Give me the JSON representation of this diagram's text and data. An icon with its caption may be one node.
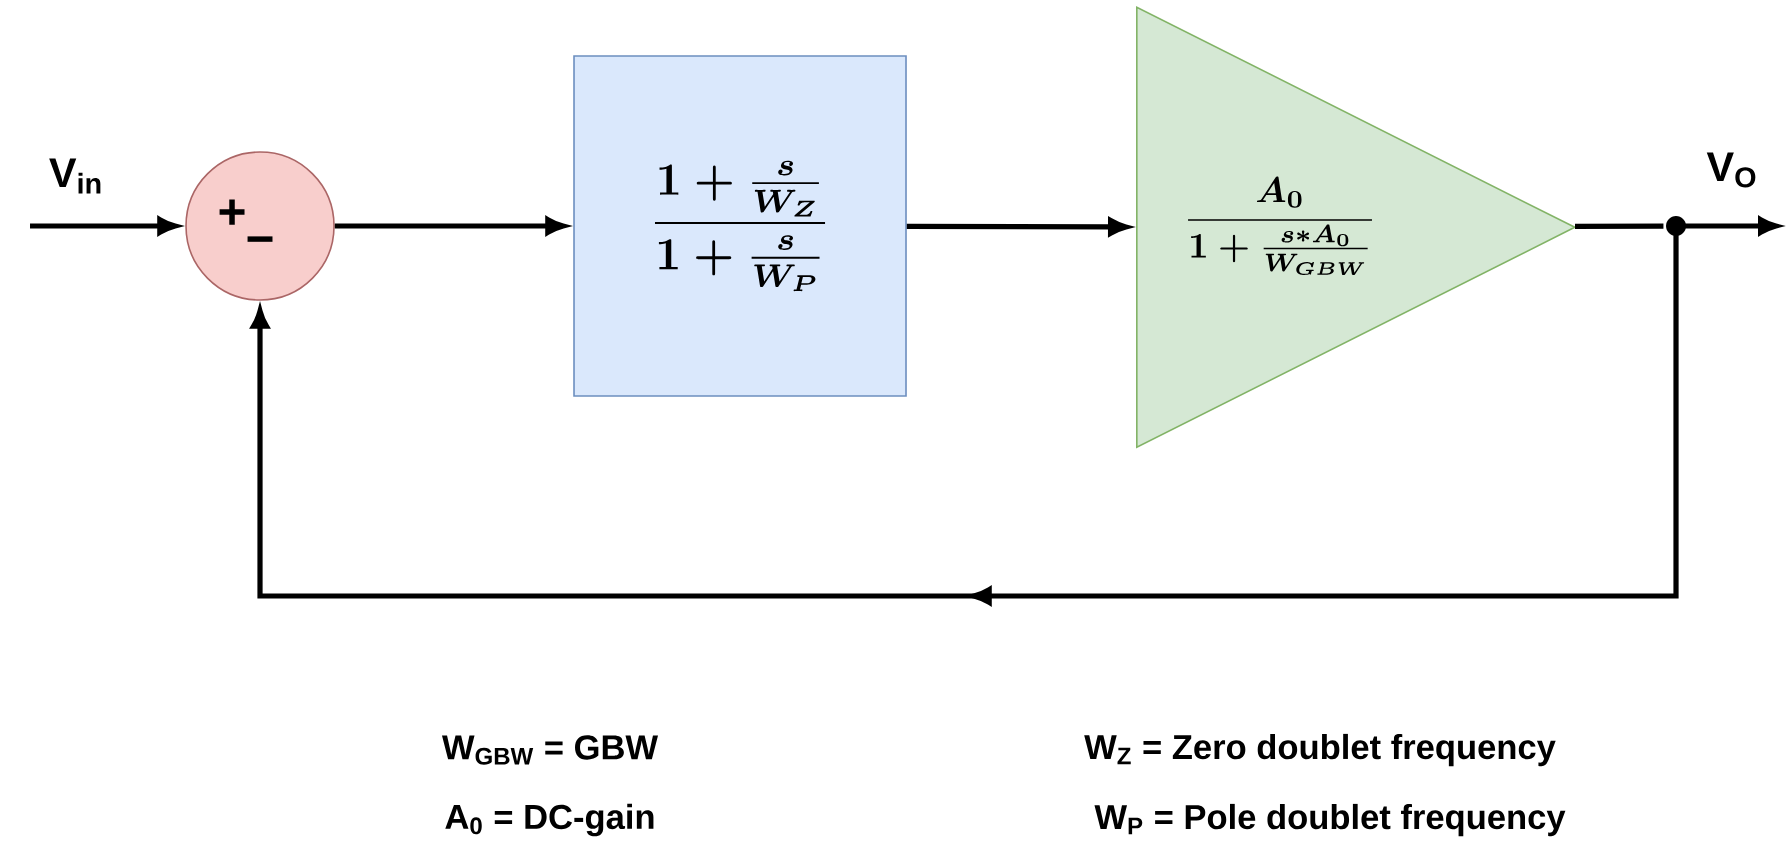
{
  "diagram": {
    "nodes": [
      {
        "text": [
          "+",
          "−"
        ]
      },
      {
        "text": [
          "\\frac{1+\\frac{s}{W_Z}}{1+\\frac{s}{W_P}}"
        ]
      },
      {
        "text": [
          "\\frac{A_0}{1+\\frac{s{*}A_0}{W_{GBW}}}"
        ]
      },
      {
        "text": [],
        "shape": "circle"
      }
    ],
    "edges": [
      {
        "from": null,
        "to": 0,
        "arrow": "to",
        "label": "V$_{in}$"
      },
      {
        "from": 0,
        "to": 1,
        "arrow": "to"
      },
      {
        "from": 1,
        "to": 2,
        "arrow": "to"
      },
      {
        "from": 2,
        "to": 3,
        "arrow": "none"
      },
      {
        "from": 3,
        "to": null,
        "arrow": "to",
        "label": "V$_{O}$"
      },
      {
        "from": 3,
        "to": 0,
        "arrow": "to"
      }
    ],
    "labels": [
      "W$_{GBW}$ = GBW",
      "W$_{Z}$ = Zero doublet frequency",
      "A$_{0}$ = DC-gain",
      "W$_{P}$ = Pole doublet frequency"
    ]
  }
}
